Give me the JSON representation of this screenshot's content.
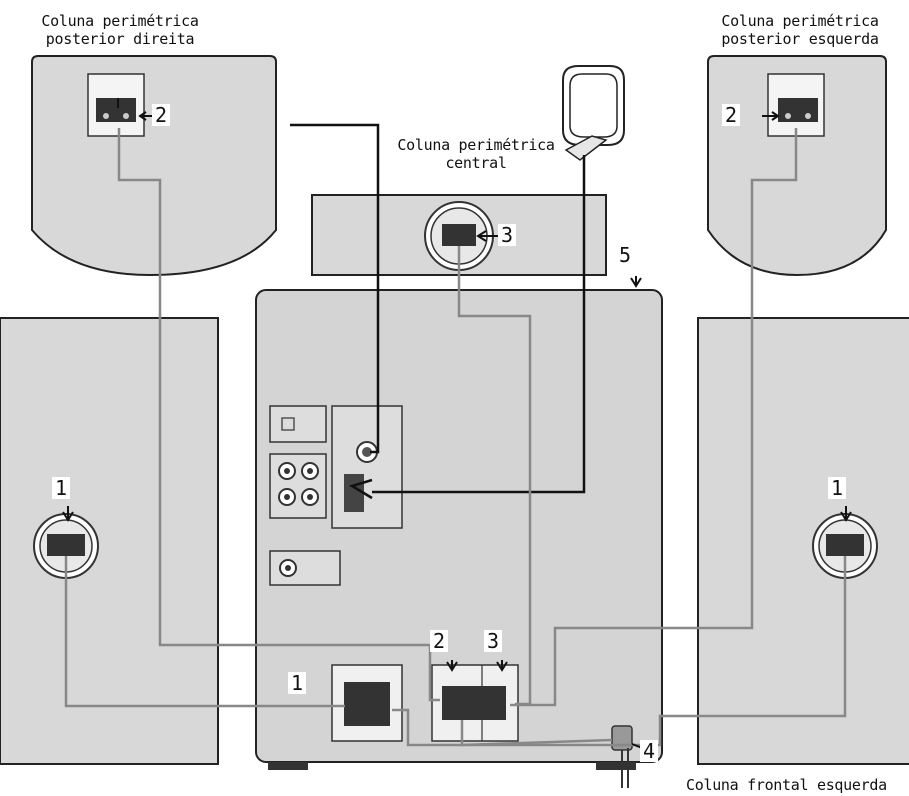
{
  "labels": {
    "rear_right": "Coluna perimétrica\nposterior direita",
    "rear_left": "Coluna perimétrica\nposterior esquerda",
    "center": "Coluna perimétrica\ncentral",
    "front_left": "Coluna frontal esquerda"
  },
  "callouts": {
    "n1": "1",
    "n2": "2",
    "n3": "3",
    "n4": "4",
    "n5": "5"
  },
  "colors": {
    "speaker_fill": "#d8d8d8",
    "panel_fill": "#d4d4d4",
    "outline": "#222222",
    "wire": "#888888",
    "terminal": "#444444"
  }
}
